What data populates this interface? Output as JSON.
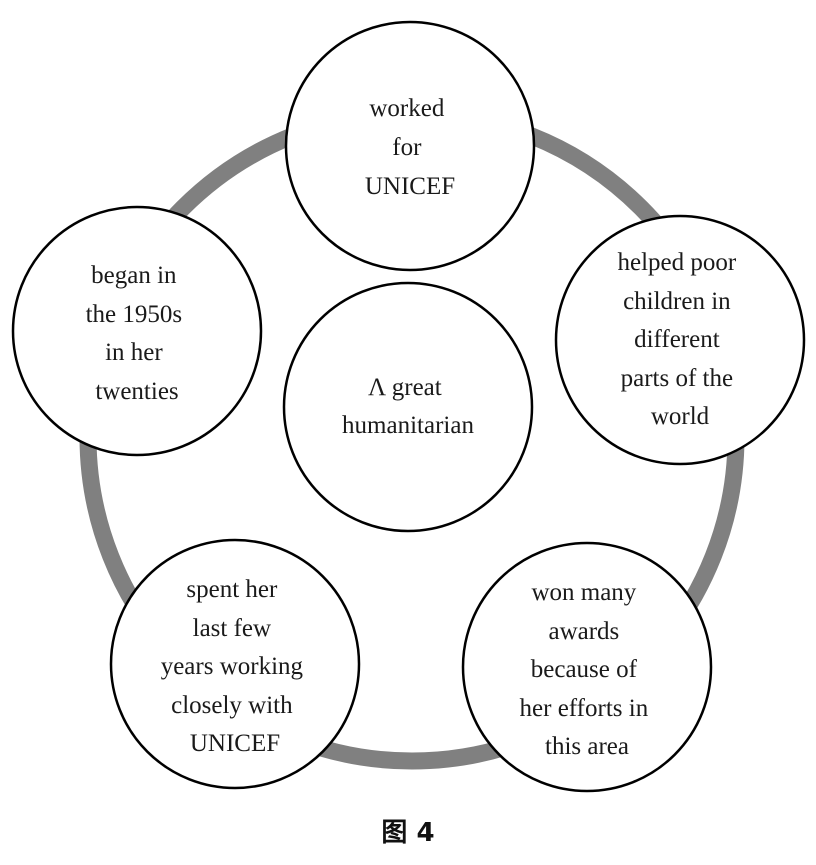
{
  "diagram": {
    "center": {
      "lines": [
        "Λ great",
        "humanitarian"
      ]
    },
    "nodes": [
      {
        "id": "top",
        "lines": [
          "worked",
          "for",
          "UNICEF"
        ]
      },
      {
        "id": "right",
        "lines": [
          "helped poor",
          "children in",
          "different",
          "parts of the",
          "world"
        ]
      },
      {
        "id": "bottom-right",
        "lines": [
          "won many",
          "awards",
          "because of",
          "her efforts in",
          "this area"
        ]
      },
      {
        "id": "bottom-left",
        "lines": [
          "spent her",
          "last few",
          "years working",
          "closely with",
          "UNICEF"
        ]
      },
      {
        "id": "left",
        "lines": [
          "began in",
          "the 1950s",
          "in her",
          "twenties"
        ]
      }
    ]
  },
  "caption": "图 4",
  "colors": {
    "ring": "#808080",
    "stroke": "#000000"
  }
}
